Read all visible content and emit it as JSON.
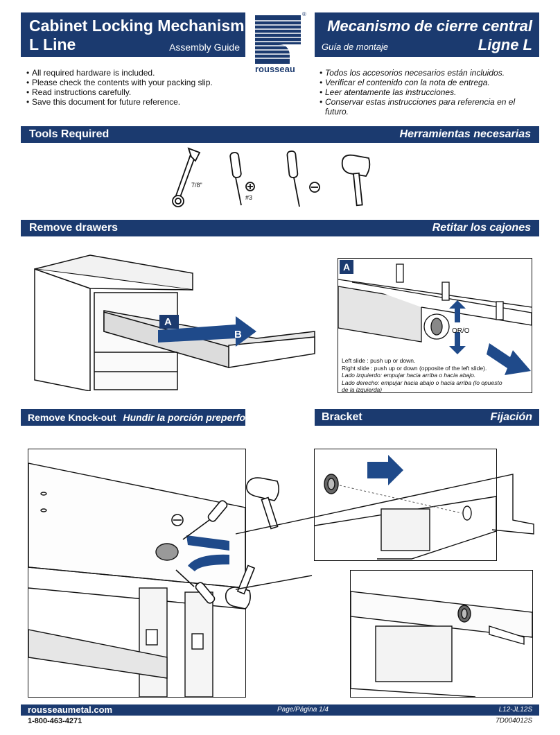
{
  "header": {
    "title_en_line1": "Cabinet Locking Mechanism",
    "title_en_line2": "L Line",
    "subtitle_en": "Assembly Guide",
    "title_es_line1": "Mecanismo de cierre central",
    "title_es_line2": "Ligne L",
    "subtitle_es": "Guía de montaje",
    "brand": "rousseau",
    "registered": "®"
  },
  "bullets_en": [
    "All required hardware is included.",
    "Please check the contents with your packing slip.",
    "Read instructions carefully.",
    "Save this document for future reference."
  ],
  "bullets_es": [
    "Todos los accesorios necesarios están incluidos.",
    "Verificar el contenido con la nota de entrega.",
    "Leer atentamente las instrucciones.",
    "Conservar estas instrucciones para referencia en el futuro."
  ],
  "sections": {
    "tools": {
      "en": "Tools Required",
      "es": "Herramientas necesarias"
    },
    "drawers": {
      "en": "Remove drawers",
      "es": "Retitar los cajones"
    },
    "knockout": {
      "en": "Remove Knock-out",
      "es": "Hundir la porción preperforada"
    },
    "bracket": {
      "en": "Bracket",
      "es": "Fijación"
    }
  },
  "tools": {
    "wrench_size": "7/8\"",
    "phillips_size": "#3"
  },
  "drawers": {
    "label_a": "A",
    "label_b": "B",
    "detail_label": "A",
    "or_label": "OR/O",
    "notes": [
      "Left slide : push up or down.",
      "Right slide : push up or down (opposite of the left slide).",
      "Lado izquierdo: empujar hacia arriba o hacia abajo.",
      "Lado derecho: empujar hacia abajo o hacia arriba (lo opuesto de la izquierda)"
    ]
  },
  "footer": {
    "website": "rousseaumetal.com",
    "phone": "1-800-463-4271",
    "page": "Page/Página 1/4",
    "model": "L12-JL12S",
    "doc_code": "7D004012S"
  },
  "colors": {
    "brand_navy": "#1b3a6f",
    "arrow_blue": "#1f4a8a"
  }
}
